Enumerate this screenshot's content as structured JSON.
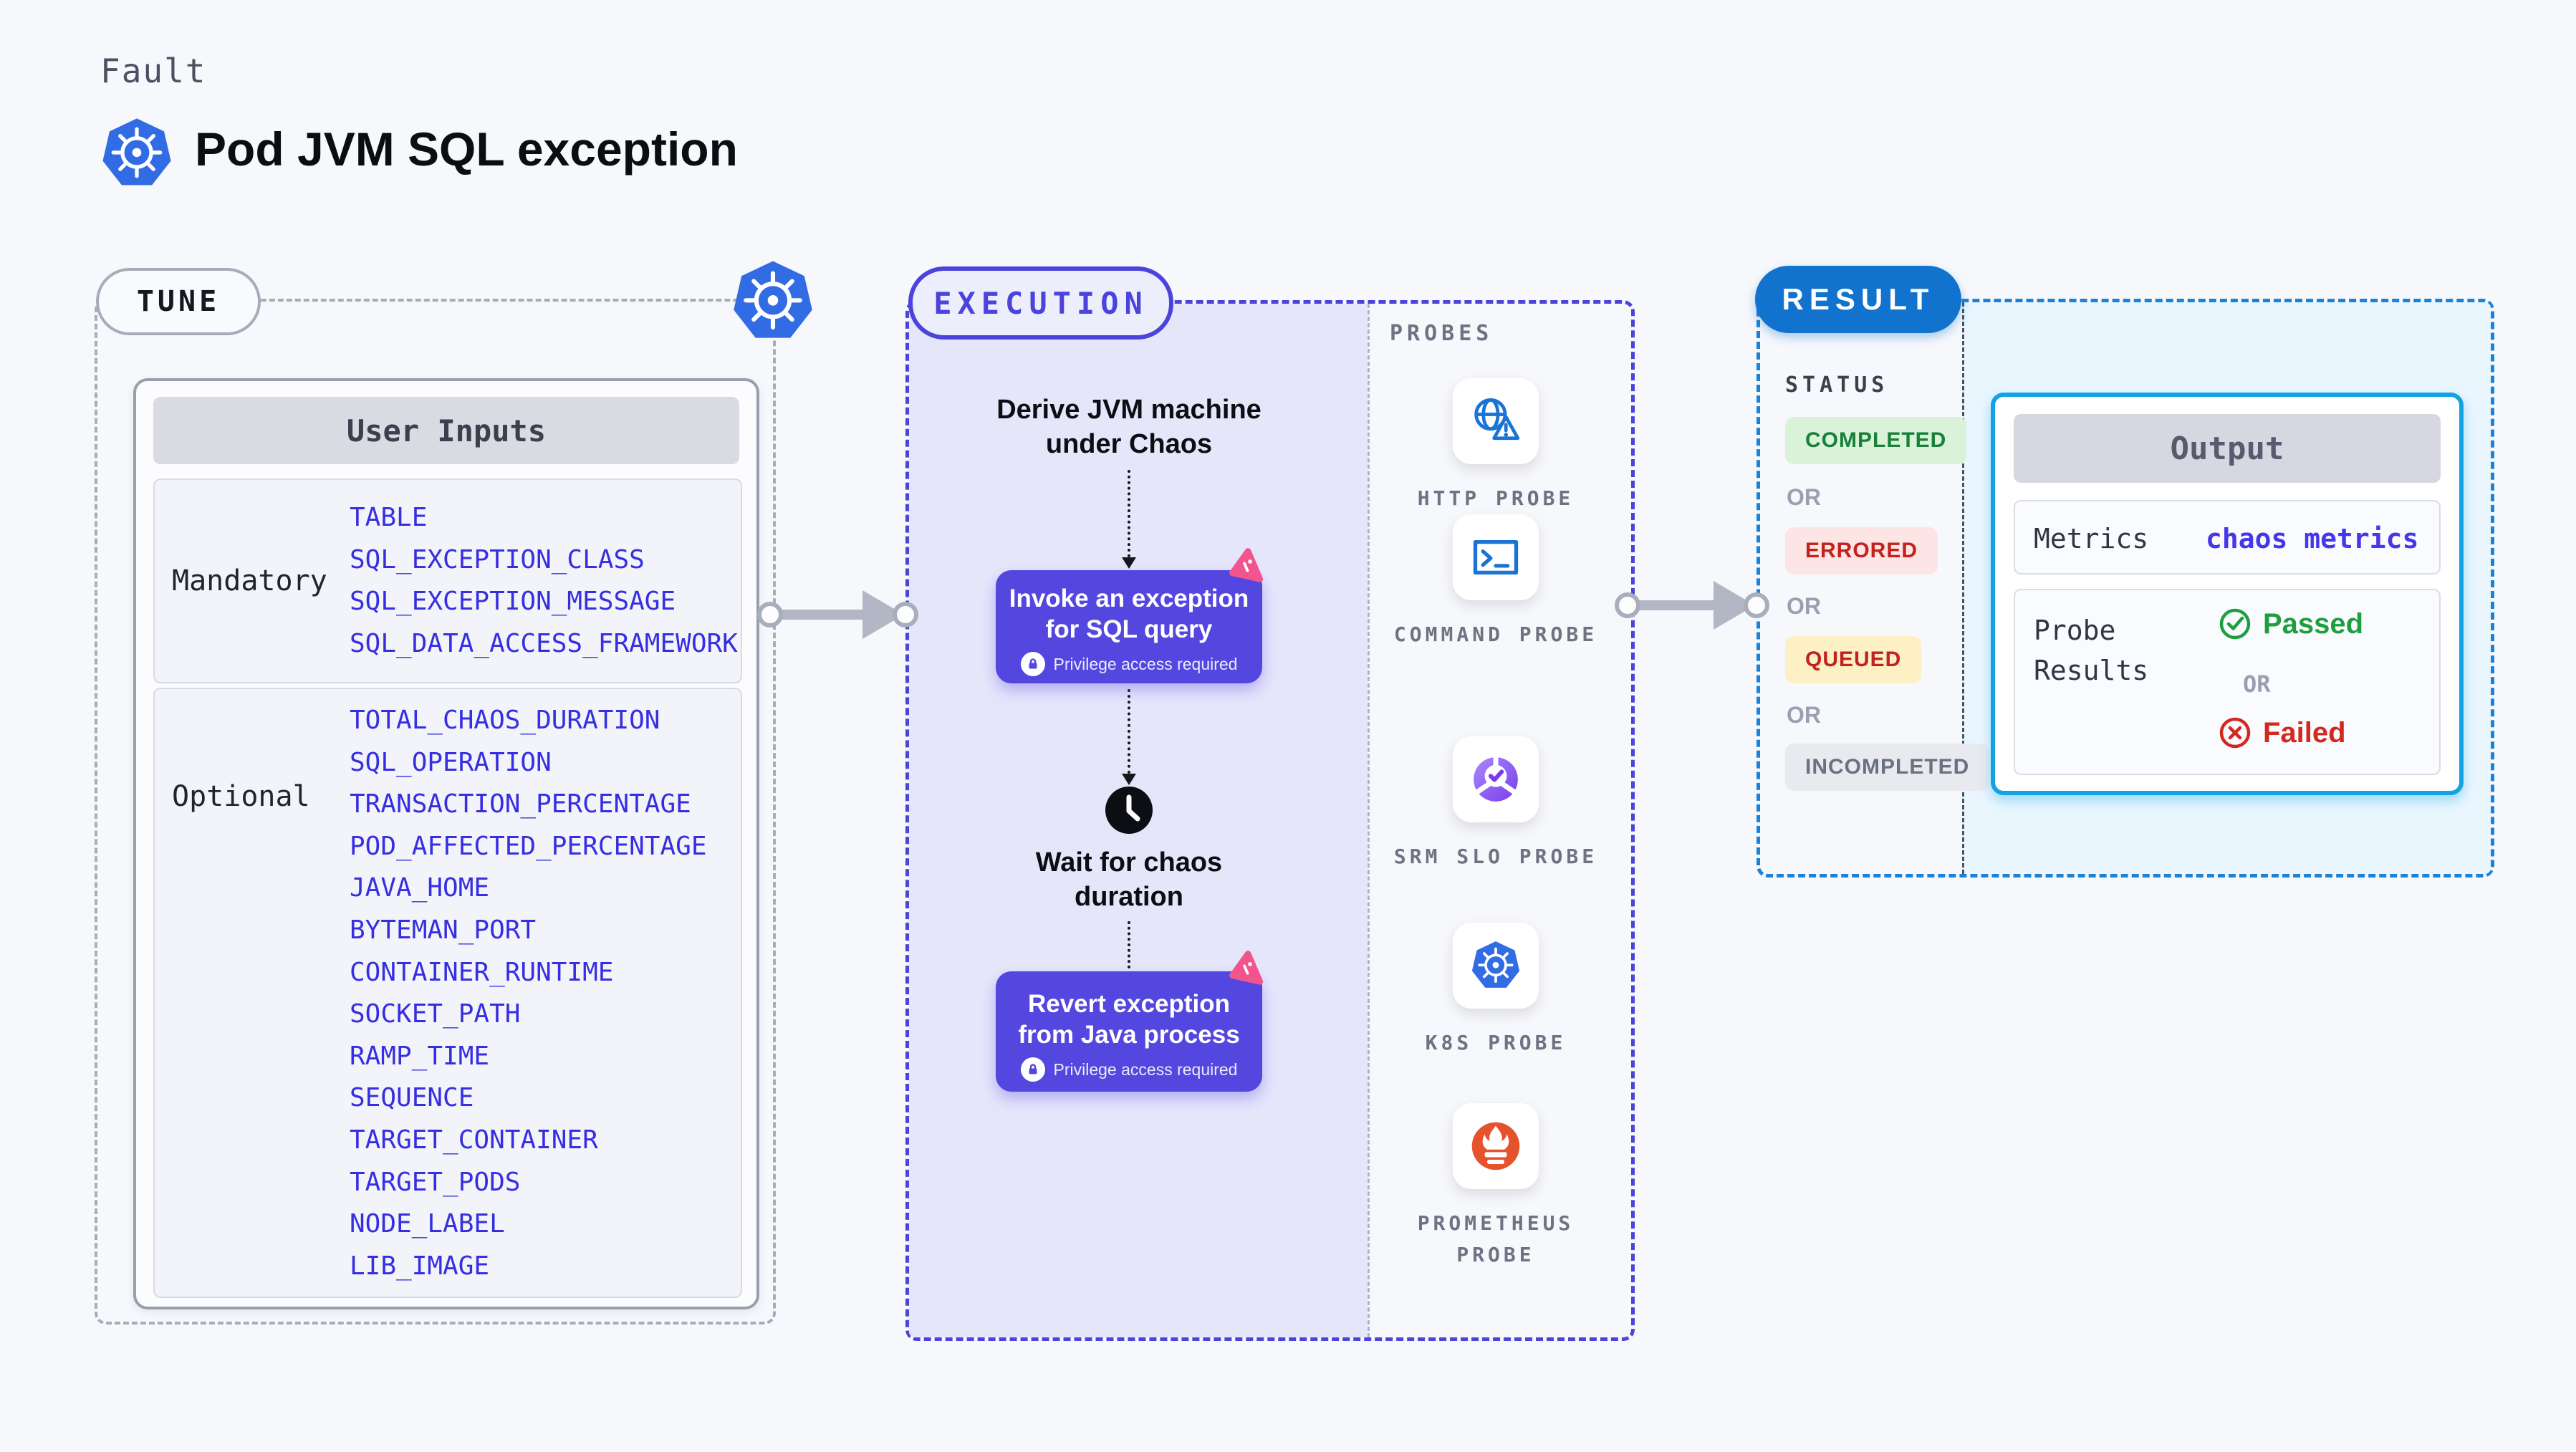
{
  "header": {
    "eyebrow": "Fault",
    "title": "Pod JVM SQL exception"
  },
  "palette": {
    "kubernetes_blue": "#326ce5",
    "execution_indigo": "#4a43dc",
    "node_indigo": "#5447df",
    "chaos_pink": "#f2548e",
    "result_blue": "#1173cd",
    "output_cyan": "#14a3e2",
    "input_blue": "#362fe2",
    "success_green": "#17813a",
    "error_red": "#c2211d",
    "arrow_gray": "#b3b7c5"
  },
  "tune": {
    "label": "TUNE",
    "card_header": "User Inputs",
    "mandatory": {
      "label": "Mandatory",
      "items": [
        "TABLE",
        "SQL_EXCEPTION_CLASS",
        "SQL_EXCEPTION_MESSAGE",
        "SQL_DATA_ACCESS_FRAMEWORK"
      ]
    },
    "optional": {
      "label": "Optional",
      "items": [
        "TOTAL_CHAOS_DURATION",
        "SQL_OPERATION",
        "TRANSACTION_PERCENTAGE",
        "POD_AFFECTED_PERCENTAGE",
        "JAVA_HOME",
        "BYTEMAN_PORT",
        "CONTAINER_RUNTIME",
        "SOCKET_PATH",
        "RAMP_TIME",
        "SEQUENCE",
        "TARGET_CONTAINER",
        "TARGET_PODS",
        "NODE_LABEL",
        "LIB_IMAGE"
      ]
    }
  },
  "execution": {
    "label": "EXECUTION",
    "derive": {
      "line1": "Derive JVM machine",
      "line2": "under Chaos"
    },
    "invoke": {
      "line1": "Invoke an exception",
      "line2": "for SQL query",
      "note": "Privilege access required"
    },
    "wait": {
      "line1": "Wait for chaos",
      "line2": "duration"
    },
    "revert": {
      "line1": "Revert exception",
      "line2": "from Java process",
      "note": "Privilege access required"
    }
  },
  "probes": {
    "title": "PROBES",
    "items": [
      {
        "label": "HTTP PROBE",
        "icon": "http-probe-icon"
      },
      {
        "label": "COMMAND PROBE",
        "icon": "command-probe-icon"
      },
      {
        "label": "SRM SLO PROBE",
        "icon": "srm-slo-probe-icon"
      },
      {
        "label": "K8S PROBE",
        "icon": "k8s-probe-icon"
      },
      {
        "label": "PROMETHEUS PROBE",
        "icon": "prometheus-probe-icon"
      }
    ]
  },
  "result": {
    "label": "RESULT",
    "status_title": "STATUS",
    "or": "OR",
    "statuses": [
      {
        "label": "COMPLETED",
        "type": "success"
      },
      {
        "label": "ERRORED",
        "type": "error"
      },
      {
        "label": "QUEUED",
        "type": "queued"
      },
      {
        "label": "INCOMPLETED",
        "type": "muted"
      }
    ],
    "output": {
      "header": "Output",
      "metrics_label": "Metrics",
      "metrics_value": "chaos metrics",
      "probe_results_line1": "Probe",
      "probe_results_line2": "Results",
      "passed": "Passed",
      "or": "OR",
      "failed": "Failed"
    }
  }
}
